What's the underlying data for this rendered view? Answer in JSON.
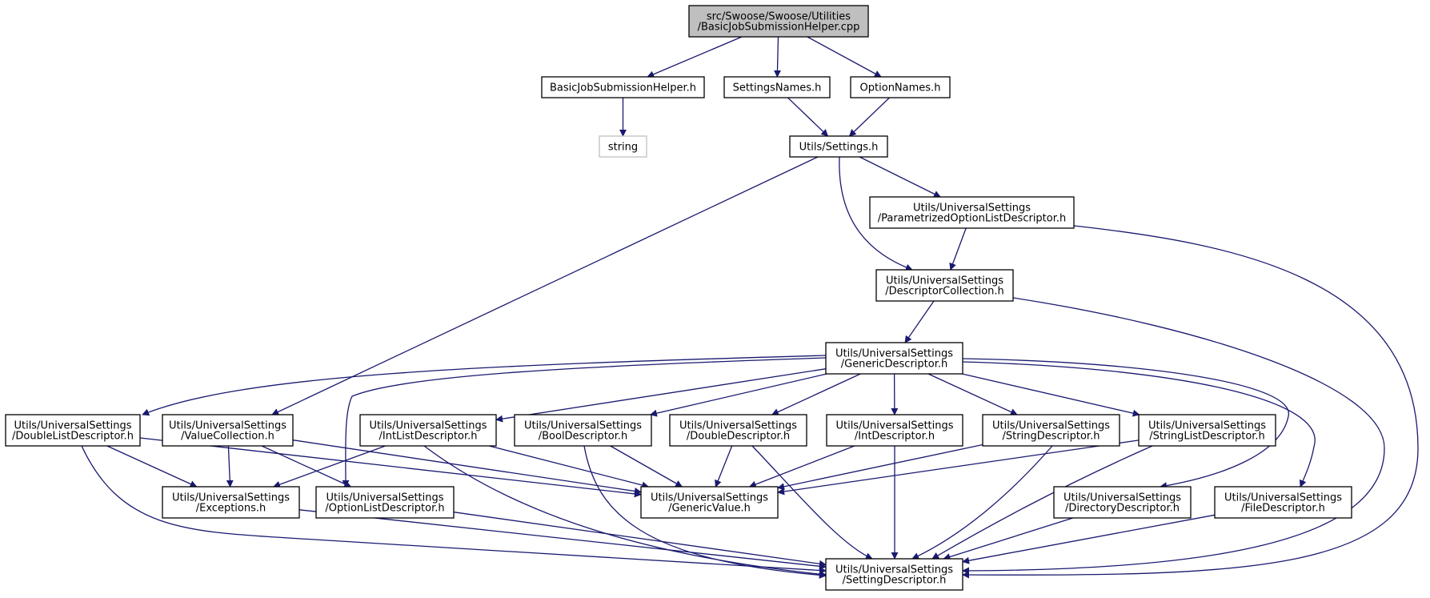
{
  "diagram": {
    "nodes": [
      {
        "id": "root",
        "lines": [
          "src/Swoose/Swoose/Utilities",
          "/BasicJobSubmissionHelper.cpp"
        ],
        "style": "root"
      },
      {
        "id": "bjsh",
        "lines": [
          "BasicJobSubmissionHelper.h"
        ],
        "style": "normal"
      },
      {
        "id": "string",
        "lines": [
          "string"
        ],
        "style": "external"
      },
      {
        "id": "settingsnames",
        "lines": [
          "SettingsNames.h"
        ],
        "style": "normal"
      },
      {
        "id": "optionnames",
        "lines": [
          "OptionNames.h"
        ],
        "style": "normal"
      },
      {
        "id": "settings",
        "lines": [
          "Utils/Settings.h"
        ],
        "style": "normal"
      },
      {
        "id": "paramopt",
        "lines": [
          "Utils/UniversalSettings",
          "/ParametrizedOptionListDescriptor.h"
        ],
        "style": "normal"
      },
      {
        "id": "desccoll",
        "lines": [
          "Utils/UniversalSettings",
          "/DescriptorCollection.h"
        ],
        "style": "normal"
      },
      {
        "id": "generic",
        "lines": [
          "Utils/UniversalSettings",
          "/GenericDescriptor.h"
        ],
        "style": "normal"
      },
      {
        "id": "doublelist",
        "lines": [
          "Utils/UniversalSettings",
          "/DoubleListDescriptor.h"
        ],
        "style": "normal"
      },
      {
        "id": "valuecoll",
        "lines": [
          "Utils/UniversalSettings",
          "/ValueCollection.h"
        ],
        "style": "normal"
      },
      {
        "id": "intlist",
        "lines": [
          "Utils/UniversalSettings",
          "/IntListDescriptor.h"
        ],
        "style": "normal"
      },
      {
        "id": "bool",
        "lines": [
          "Utils/UniversalSettings",
          "/BoolDescriptor.h"
        ],
        "style": "normal"
      },
      {
        "id": "double",
        "lines": [
          "Utils/UniversalSettings",
          "/DoubleDescriptor.h"
        ],
        "style": "normal"
      },
      {
        "id": "int",
        "lines": [
          "Utils/UniversalSettings",
          "/IntDescriptor.h"
        ],
        "style": "normal"
      },
      {
        "id": "stringdesc",
        "lines": [
          "Utils/UniversalSettings",
          "/StringDescriptor.h"
        ],
        "style": "normal"
      },
      {
        "id": "stringlist",
        "lines": [
          "Utils/UniversalSettings",
          "/StringListDescriptor.h"
        ],
        "style": "normal"
      },
      {
        "id": "exceptions",
        "lines": [
          "Utils/UniversalSettings",
          "/Exceptions.h"
        ],
        "style": "normal"
      },
      {
        "id": "optionlist",
        "lines": [
          "Utils/UniversalSettings",
          "/OptionListDescriptor.h"
        ],
        "style": "normal"
      },
      {
        "id": "genericvalue",
        "lines": [
          "Utils/UniversalSettings",
          "/GenericValue.h"
        ],
        "style": "normal"
      },
      {
        "id": "directory",
        "lines": [
          "Utils/UniversalSettings",
          "/DirectoryDescriptor.h"
        ],
        "style": "normal"
      },
      {
        "id": "file",
        "lines": [
          "Utils/UniversalSettings",
          "/FileDescriptor.h"
        ],
        "style": "normal"
      },
      {
        "id": "settingdesc",
        "lines": [
          "Utils/UniversalSettings",
          "/SettingDescriptor.h"
        ],
        "style": "normal"
      }
    ],
    "edges": [
      [
        "root",
        "bjsh"
      ],
      [
        "root",
        "settingsnames"
      ],
      [
        "root",
        "optionnames"
      ],
      [
        "bjsh",
        "string"
      ],
      [
        "settingsnames",
        "settings"
      ],
      [
        "optionnames",
        "settings"
      ],
      [
        "settings",
        "valuecoll"
      ],
      [
        "settings",
        "desccoll"
      ],
      [
        "settings",
        "paramopt"
      ],
      [
        "paramopt",
        "desccoll"
      ],
      [
        "paramopt",
        "settingdesc"
      ],
      [
        "desccoll",
        "generic"
      ],
      [
        "desccoll",
        "settingdesc"
      ],
      [
        "generic",
        "doublelist"
      ],
      [
        "generic",
        "optionlist"
      ],
      [
        "generic",
        "intlist"
      ],
      [
        "generic",
        "bool"
      ],
      [
        "generic",
        "double"
      ],
      [
        "generic",
        "int"
      ],
      [
        "generic",
        "stringdesc"
      ],
      [
        "generic",
        "stringlist"
      ],
      [
        "generic",
        "directory"
      ],
      [
        "generic",
        "file"
      ],
      [
        "doublelist",
        "exceptions"
      ],
      [
        "doublelist",
        "genericvalue"
      ],
      [
        "doublelist",
        "settingdesc"
      ],
      [
        "valuecoll",
        "exceptions"
      ],
      [
        "valuecoll",
        "optionlist"
      ],
      [
        "valuecoll",
        "genericvalue"
      ],
      [
        "intlist",
        "exceptions"
      ],
      [
        "intlist",
        "genericvalue"
      ],
      [
        "intlist",
        "settingdesc"
      ],
      [
        "bool",
        "genericvalue"
      ],
      [
        "bool",
        "settingdesc"
      ],
      [
        "double",
        "genericvalue"
      ],
      [
        "double",
        "settingdesc"
      ],
      [
        "int",
        "genericvalue"
      ],
      [
        "int",
        "settingdesc"
      ],
      [
        "stringdesc",
        "genericvalue"
      ],
      [
        "stringdesc",
        "settingdesc"
      ],
      [
        "stringlist",
        "genericvalue"
      ],
      [
        "stringlist",
        "settingdesc"
      ],
      [
        "exceptions",
        "settingdesc"
      ],
      [
        "optionlist",
        "settingdesc"
      ],
      [
        "directory",
        "settingdesc"
      ],
      [
        "file",
        "settingdesc"
      ]
    ]
  },
  "colors": {
    "edge": "#191970",
    "root_fill": "#bfbfbf",
    "external_border": "#bfbfbf"
  }
}
